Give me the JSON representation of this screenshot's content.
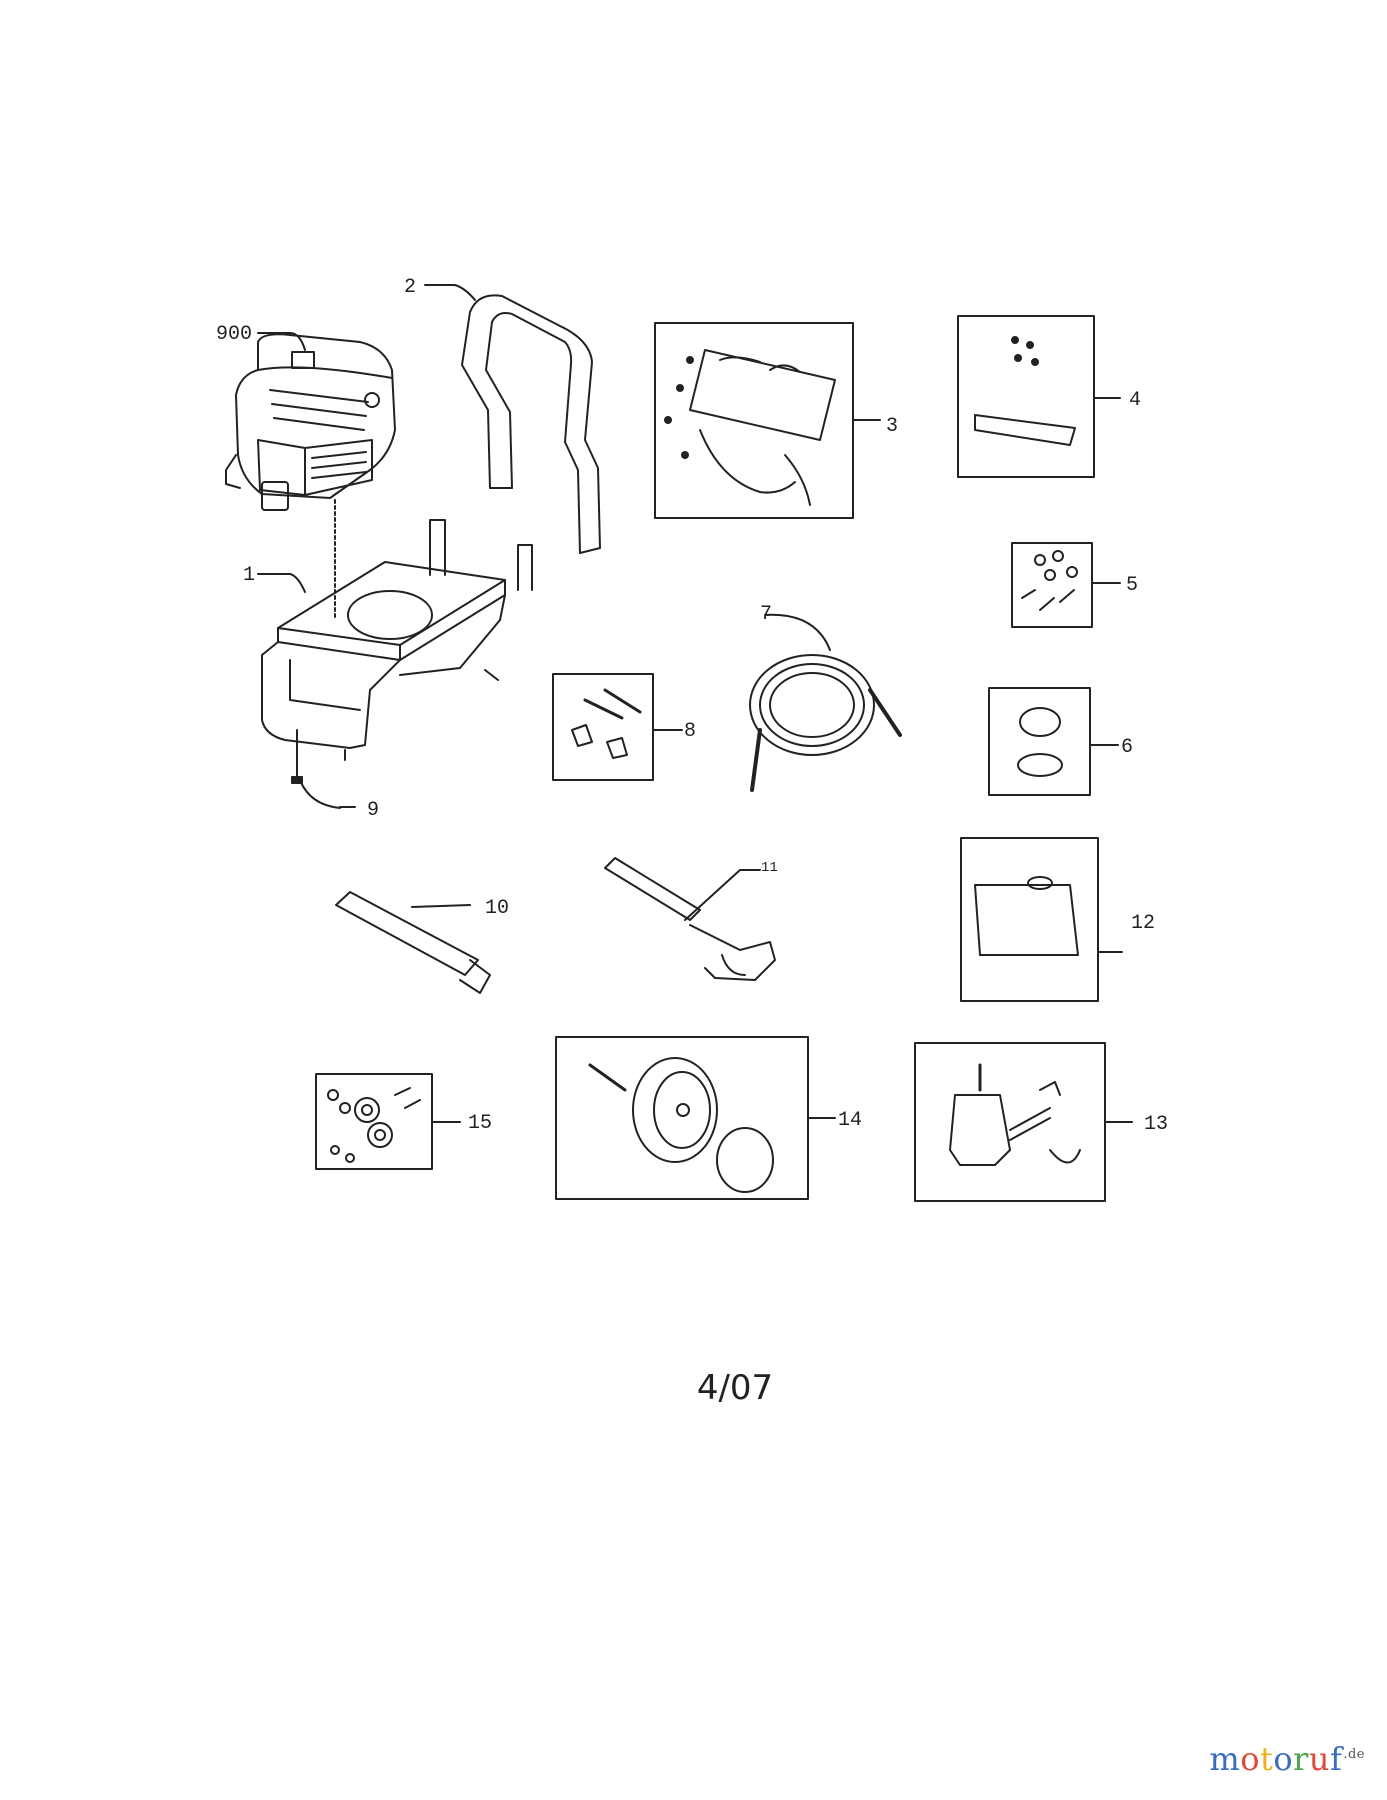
{
  "parts": {
    "p900": "900",
    "p1": "1",
    "p2": "2",
    "p3": "3",
    "p4": "4",
    "p5": "5",
    "p6": "6",
    "p7": "7",
    "p8": "8",
    "p9": "9",
    "p10": "10",
    "p11": "11",
    "p12": "12",
    "p13": "13",
    "p14": "14",
    "p15": "15"
  },
  "footer": {
    "date": "4/07"
  },
  "watermark": {
    "letters": [
      "m",
      "o",
      "t",
      "o",
      "r",
      "u",
      "f"
    ],
    "suffix": ".de",
    "colors": [
      "#3a6cc0",
      "#e04a3a",
      "#f2b21d",
      "#3a6cc0",
      "#4aa34a",
      "#e04a3a",
      "#3a6cc0"
    ]
  }
}
